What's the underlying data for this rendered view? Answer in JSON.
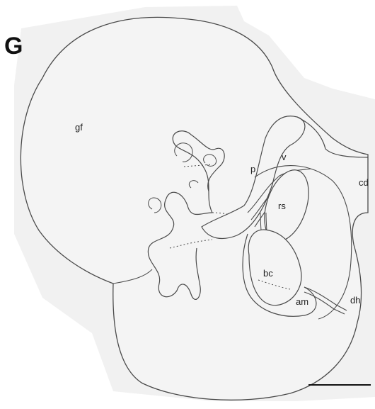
{
  "panel_label": "G",
  "labels": {
    "gf": "gf",
    "p": "p",
    "v": "v",
    "cd": "cd",
    "rs": "rs",
    "bc": "bc",
    "am": "am",
    "dh": "dh"
  },
  "colors": {
    "background": "#ffffff",
    "paper": "#f1f1f1",
    "organ_fill": "#f4f4f4",
    "line": "#4a4a4a",
    "scale_bar": "#111111"
  }
}
